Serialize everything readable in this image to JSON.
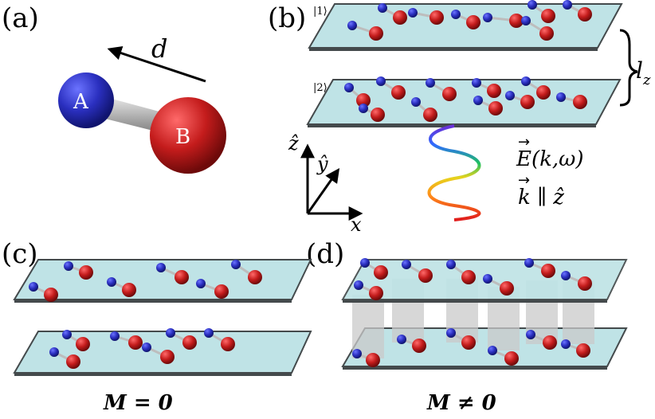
{
  "panels": {
    "a": "(a)",
    "b": "(b)",
    "c": "(c)",
    "d": "(d)"
  },
  "panel_a": {
    "atom_a": "A",
    "atom_b": "B",
    "dipole_label": "d"
  },
  "panel_b": {
    "layer1_ket": "|1⟩",
    "layer2_ket": "|2⟩",
    "separation": "l",
    "separation_sub": "z",
    "field": "E(k,ω)",
    "wavevector": "k ∥ ẑ",
    "axis_z": "ẑ",
    "axis_y": "ŷ",
    "axis_x": "x"
  },
  "captions": {
    "c": "M = 0",
    "d": "M ≠ 0"
  },
  "colors": {
    "plate_fill": "#bfe3e6",
    "plate_edge": "#444a4c",
    "atom_a": "#2a2fbf",
    "atom_b": "#c41c1c",
    "bond": "#bdbdbd",
    "column": "#c9c9c9"
  }
}
